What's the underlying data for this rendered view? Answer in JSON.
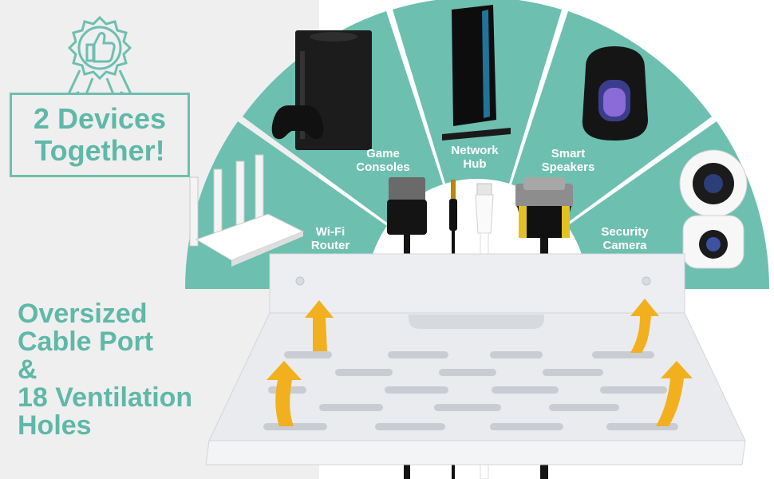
{
  "badge": {
    "line1": "2 Devices",
    "line2": "Together!",
    "icon": "thumbs-up-rosette-icon"
  },
  "feature": {
    "lines": [
      "Oversized",
      "Cable Port",
      "&",
      "18 Ventilation",
      "Holes"
    ]
  },
  "fan": {
    "segments": [
      {
        "line1": "Wi-Fi",
        "line2": "Router",
        "icon": "wifi-router-icon"
      },
      {
        "line1": "Game",
        "line2": "Consoles",
        "icon": "game-console-icon"
      },
      {
        "line1": "Network",
        "line2": "Hub",
        "icon": "network-hub-icon"
      },
      {
        "line1": "Smart",
        "line2": "Speakers",
        "icon": "smart-speaker-icon"
      },
      {
        "line1": "Security",
        "line2": "Camera",
        "icon": "security-camera-icon"
      }
    ]
  },
  "colors": {
    "teal": "#6dbfb0",
    "teal_text": "#5fb8a8",
    "arrow": "#f2b01e",
    "shelf": "#e9ebee"
  }
}
